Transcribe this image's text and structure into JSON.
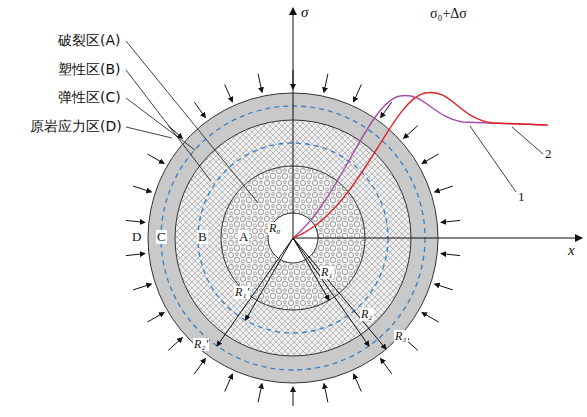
{
  "diagram": {
    "labels": [
      "破裂区(A)",
      "塑性区(B)",
      "弹性区(C)",
      "原岩应力区(D)",
      "A",
      "B",
      "C",
      "D",
      "σ",
      "σ₀+Δσ",
      "x",
      "1",
      "2",
      "R₀",
      "R₁'",
      "R₂'",
      "R₁",
      "R₂",
      "R₃"
    ]
  }
}
